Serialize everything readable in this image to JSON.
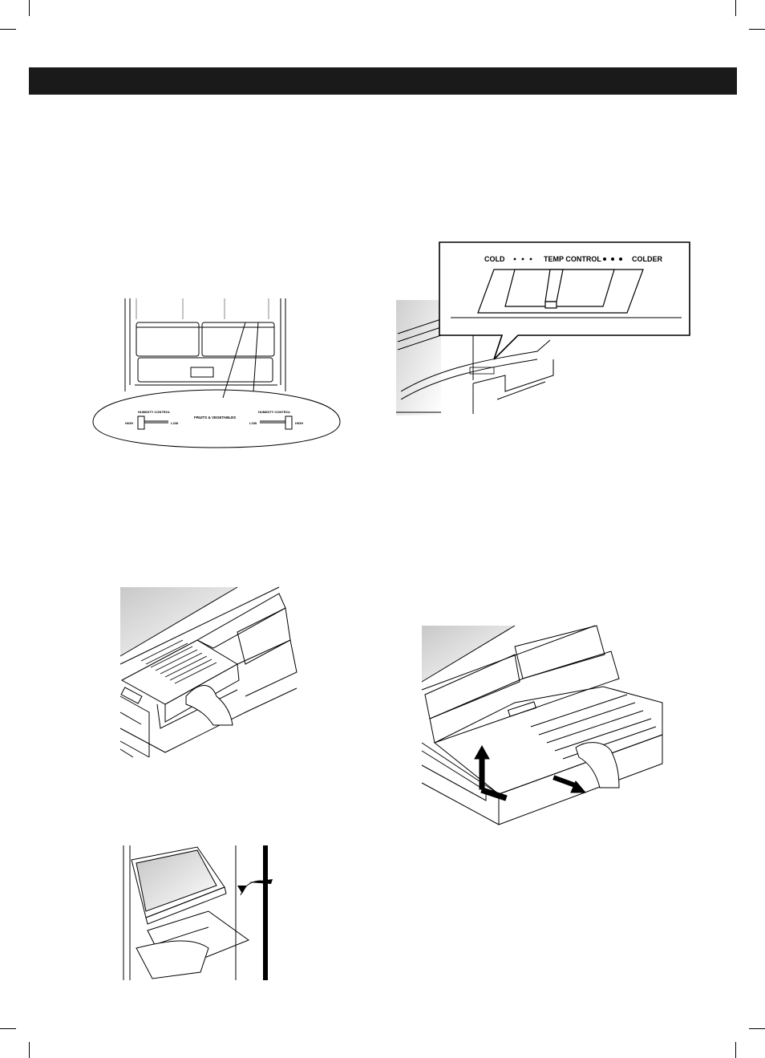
{
  "humidity_figure": {
    "left_label": "HUMIDITY CONTROL",
    "left_high": "HIGH",
    "left_low": "LOW",
    "center_label": "FRUITS & VEGETABLES",
    "right_label": "HUMIDITY CONTROL",
    "right_low": "LOW",
    "right_high": "HIGH"
  },
  "temp_figure": {
    "cold": "COLD",
    "temp_control": "TEMP CONTROL",
    "colder": "COLDER"
  },
  "colors": {
    "header": "#1a1a1a",
    "line": "#000000",
    "shade": "#d9d9d9"
  }
}
